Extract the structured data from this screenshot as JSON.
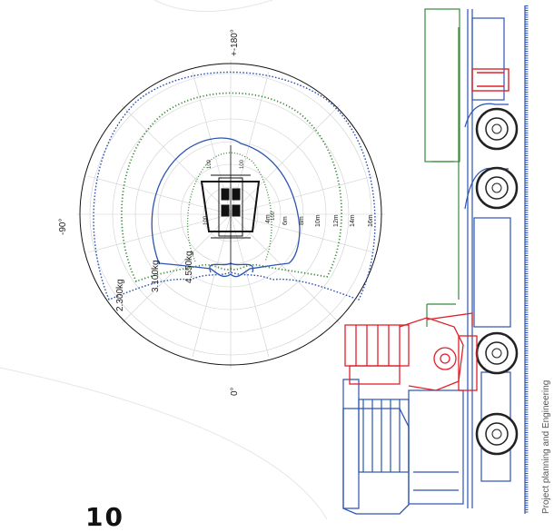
{
  "angles": {
    "top": "+-180°",
    "left": "-90°",
    "bottom": "0°"
  },
  "radii": [
    "4m",
    "6m",
    "8m",
    "10m",
    "12m",
    "14m",
    "16m"
  ],
  "loads": [
    "2.300kg",
    "3.100kg",
    "4.550kg"
  ],
  "small_marks": [
    "100",
    "100",
    "100",
    "100"
  ],
  "side_caption": "Project planning and Engineering",
  "page_number": "10",
  "colors": {
    "blue": "#2c54b3",
    "green": "#3a8a3a",
    "red": "#e0202a",
    "outline": "#111111",
    "grid": "#c8c8c8"
  }
}
